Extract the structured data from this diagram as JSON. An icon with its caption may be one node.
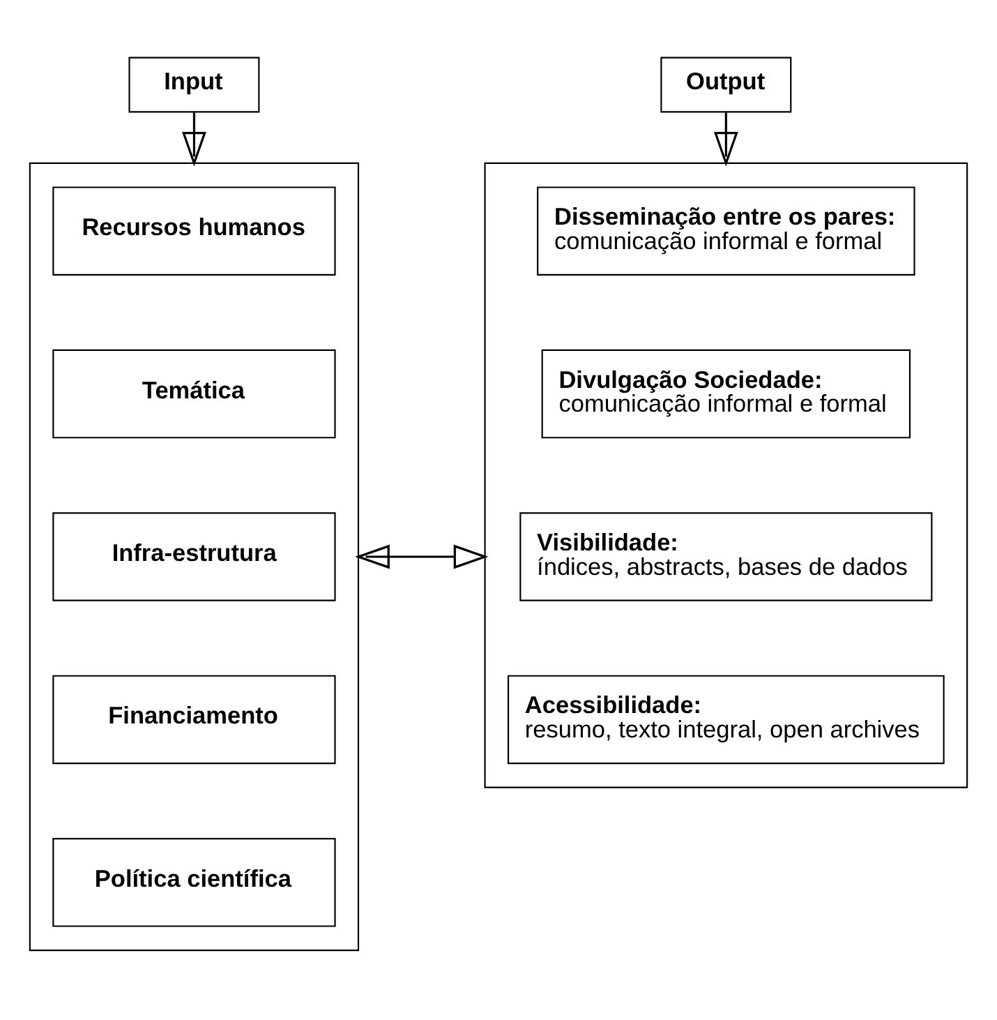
{
  "diagram": {
    "nodes": [
      {
        "text": [
          "Input"
        ]
      },
      {
        "text": [],
        "shape": "box"
      },
      {
        "text": [
          "Recursos humanos"
        ],
        "in": 1
      },
      {
        "text": [
          "Temática"
        ],
        "in": 1
      },
      {
        "text": [
          "Infra-estrutura"
        ],
        "in": 1
      },
      {
        "text": [
          "Financiamento"
        ],
        "in": 1
      },
      {
        "text": [
          "Política científica"
        ],
        "in": 1
      },
      {
        "text": [
          "Output"
        ]
      },
      {
        "text": [],
        "shape": "box"
      },
      {
        "text": [
          "Disseminação entre os pares:",
          "comunicação informal e formal"
        ],
        "in": 8
      },
      {
        "text": [
          "Divulgação Sociedade:",
          "comunicação informal e formal"
        ],
        "in": 8
      },
      {
        "text": [
          "Visibilidade:",
          "índices, abstracts, bases de dados"
        ],
        "in": 8
      },
      {
        "text": [
          "Acessibilidade:",
          "resumo, texto integral, open archives"
        ],
        "in": 8
      }
    ],
    "edges": [
      {
        "from": 0,
        "to": 1,
        "arrow": "to"
      },
      {
        "from": 7,
        "to": 8,
        "arrow": "to"
      },
      {
        "from": 1,
        "to": 8,
        "arrow": "both"
      }
    ]
  }
}
